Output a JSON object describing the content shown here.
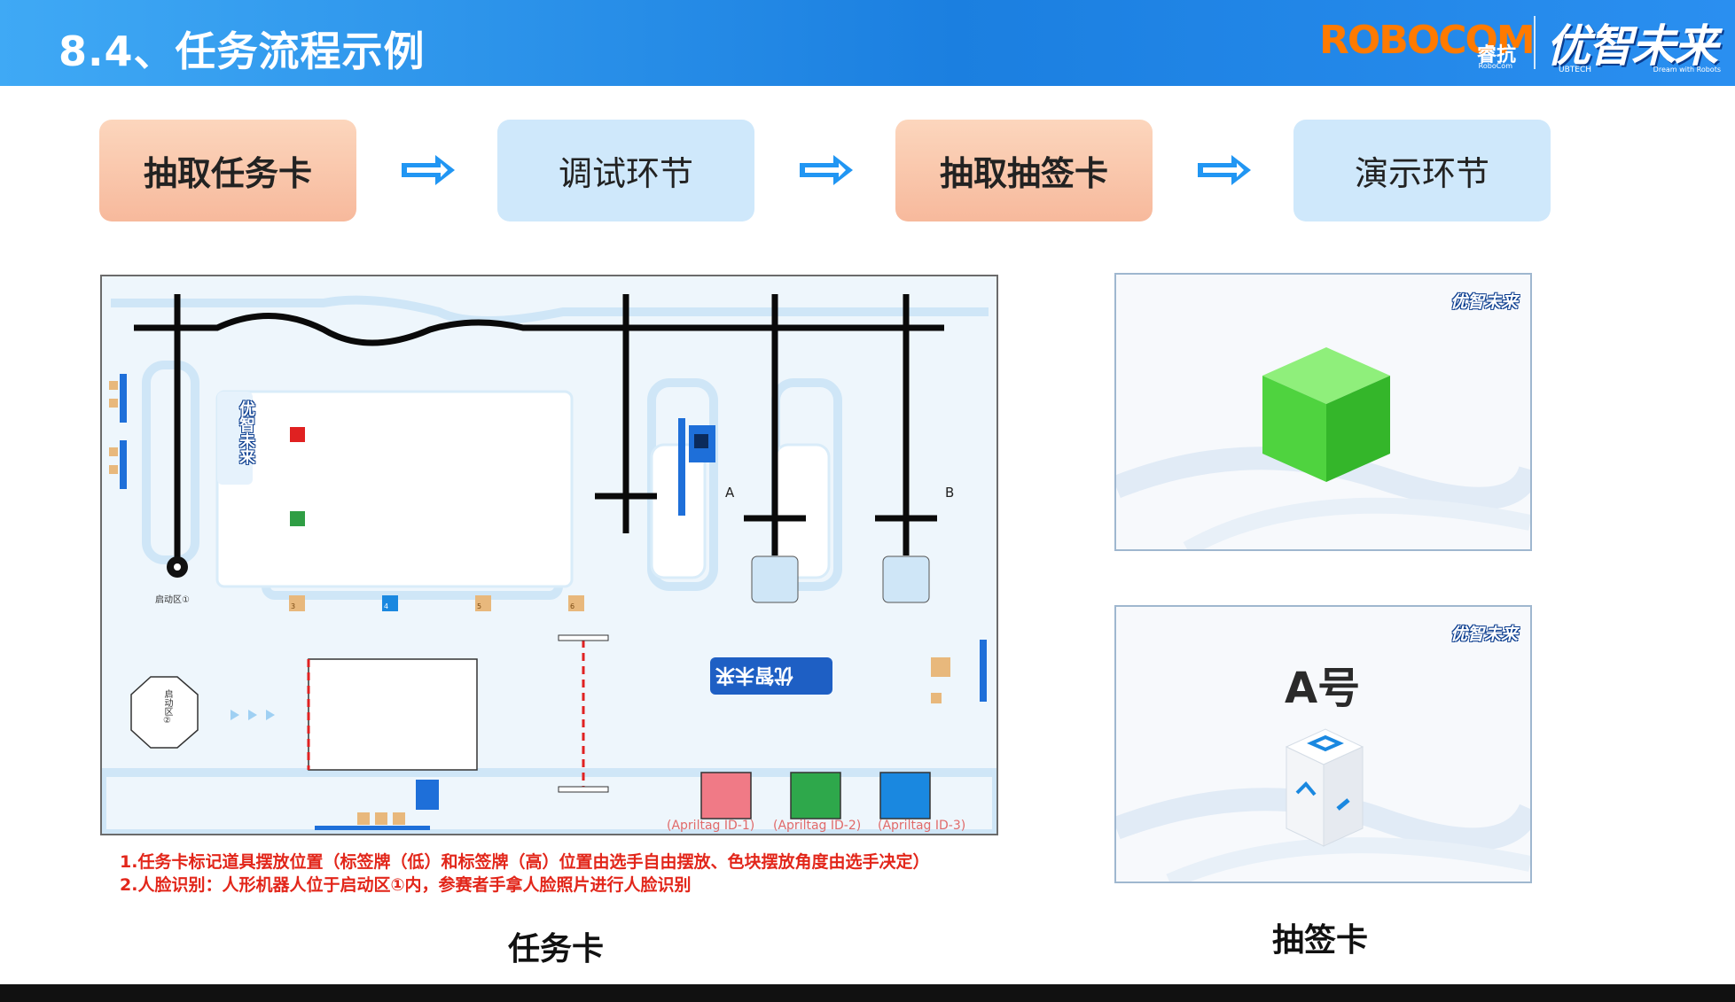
{
  "header": {
    "title": "8.4、任务流程示例",
    "robocom_word": "ROBOCOM",
    "robocom_sub": "睿抗",
    "robocom_tiny": "RoboCom",
    "brand_name": "优智未来",
    "brand_en_left": "UBTECH",
    "brand_en_right": "Dream with Robots"
  },
  "flow": {
    "steps": [
      {
        "label": "抽取任务卡",
        "style": "orange"
      },
      {
        "label": "调试环节",
        "style": "blue"
      },
      {
        "label": "抽取抽签卡",
        "style": "orange"
      },
      {
        "label": "演示环节",
        "style": "blue"
      }
    ],
    "arrow_icon": "double-right-arrow-icon"
  },
  "map": {
    "brand_label": "优智未来",
    "start_zone_1": "启动区①",
    "start_zone_2": "启动区②",
    "marker_a": "A",
    "marker_b": "B",
    "slot_numbers": [
      "3",
      "4",
      "5",
      "6"
    ],
    "apriltags": [
      "(Apriltag ID-1)",
      "(Apriltag ID-2)",
      "(Apriltag ID-3)"
    ],
    "colors": {
      "tag1": "#f07a86",
      "tag2": "#2ea84b",
      "tag3": "#1a88e0",
      "line": "#0a0a0a"
    }
  },
  "notes": [
    "1.任务卡标记道具摆放位置（标签牌（低）和标签牌（高）位置由选手自由摆放、色块摆放角度由选手决定）",
    "2.人脸识别：人形机器人位于启动区①内，参赛者手拿人脸照片进行人脸识别"
  ],
  "captions": {
    "task_card": "任务卡",
    "lottery_card": "抽签卡"
  },
  "cards": {
    "logo": "优智未来",
    "cube_card_icon": "green-cube-icon",
    "label_card_text": "A号",
    "label_card_icon": "white-block-icon"
  }
}
